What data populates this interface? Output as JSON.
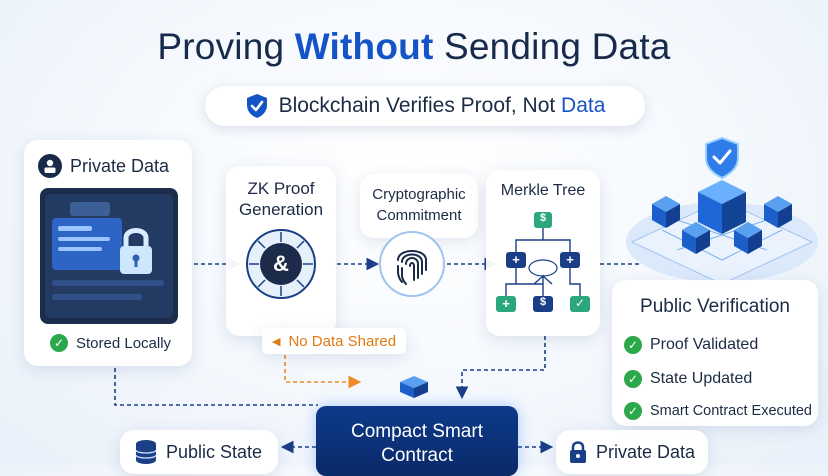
{
  "title": {
    "part1": "Proving ",
    "highlight": "Without",
    "part2": " Sending Data"
  },
  "subtitle": {
    "part1": "Blockchain Verifies Proof, Not ",
    "highlight": "Data",
    "icon": "shield-check-icon"
  },
  "private_data_card": {
    "label": "Private Data",
    "status": "Stored Locally",
    "icon": "user-lock-icon"
  },
  "zk_card": {
    "label_line1": "ZK Proof",
    "label_line2": "Generation",
    "symbol": "&"
  },
  "commitment_card": {
    "label_line1": "Cryptographic",
    "label_line2": "Commitment",
    "icon": "fingerprint-icon"
  },
  "merkle_card": {
    "label": "Merkle Tree",
    "root_symbol": "$",
    "node_symbol": "+",
    "leaf_check": "✓"
  },
  "no_data_tag": {
    "label": "No Data Shared",
    "icon": "arrow-left-icon"
  },
  "verification_card": {
    "title": "Public Verification",
    "items": [
      "Proof Validated",
      "State Updated",
      "Smart Contract Executed"
    ]
  },
  "contract": {
    "line1": "Compact Smart",
    "line2": "Contract"
  },
  "public_state": {
    "label": "Public State",
    "icon": "database-icon"
  },
  "private_data_bottom": {
    "label": "Private Data",
    "icon": "lock-icon"
  },
  "colors": {
    "accent": "#1554c7",
    "navy": "#0a2a69",
    "success": "#2aa84a",
    "orange": "#f08a24"
  }
}
